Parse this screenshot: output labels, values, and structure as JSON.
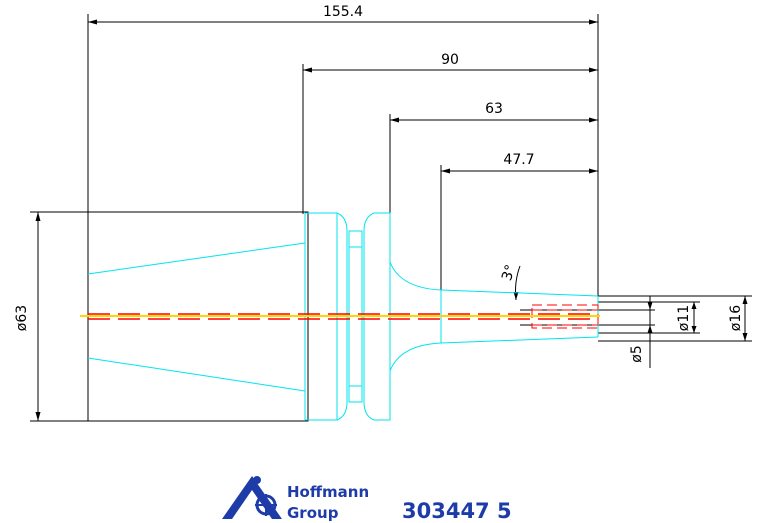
{
  "drawing": {
    "dimensions": {
      "total_length": "155.4",
      "length_90": "90",
      "length_63": "63",
      "length_47_7": "47.7",
      "taper_angle": "3°",
      "dia_63": "ø63",
      "dia_11": "ø11",
      "dia_16": "ø16",
      "dia_5": "ø5"
    },
    "colors": {
      "outline": "#00e5ee",
      "dimension": "#000000",
      "hidden": "#ff0000",
      "centerline": "#ffd700",
      "brand": "#1e3ca8"
    }
  },
  "brand": {
    "line1": "Hoffmann",
    "line2": "Group",
    "part_number": "303447 5",
    "logo_icon": "hoffmann-logo-icon"
  }
}
